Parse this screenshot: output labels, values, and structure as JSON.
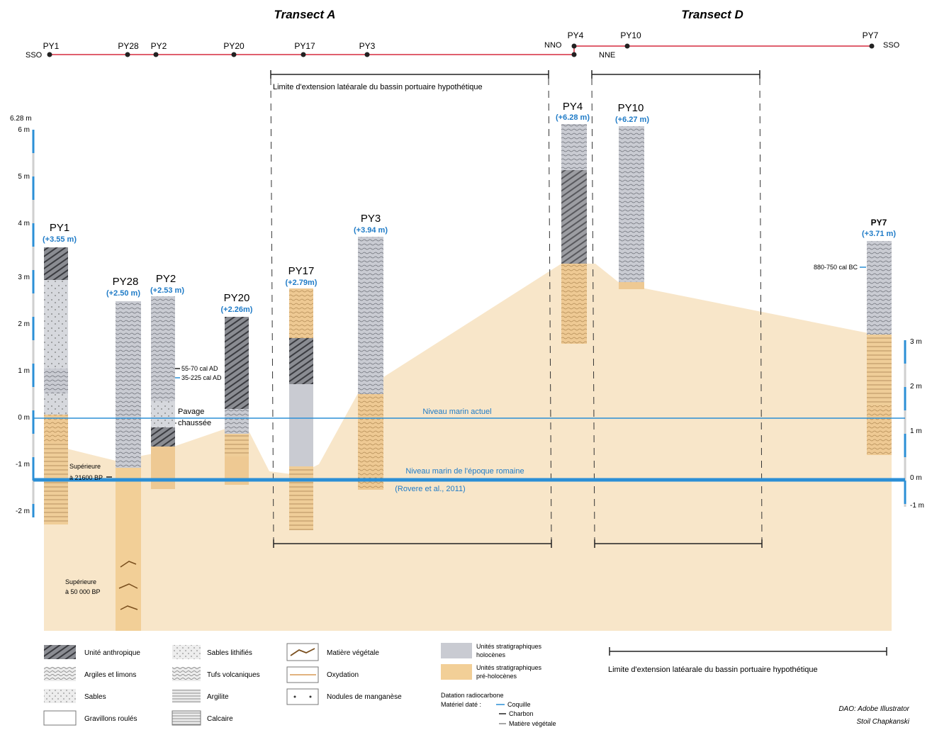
{
  "titles": {
    "a": "Transect A",
    "d": "Transect D"
  },
  "colors": {
    "holocene": "#c9cbd2",
    "preholocene": "#f2cf97",
    "fill": "#f8e6c9",
    "transect_line": "#e0606e",
    "sea_blue": "#2b8fd6",
    "label_blue": "#1f7bc7",
    "dark": "#222222"
  },
  "transect_a": {
    "start": "SSO",
    "end": "NNO",
    "points": [
      "PY1",
      "PY28",
      "PY2",
      "PY20",
      "PY17",
      "PY3"
    ]
  },
  "transect_d": {
    "start": "NNE",
    "end": "SSO",
    "points": [
      "PY4",
      "PY10",
      "PY7"
    ]
  },
  "basin": {
    "label_a": "Limite d'extension latéarale du bassin portuaire hypothétique",
    "label_legend": "Limite d'extension latéarale du bassin portuaire hypothétique"
  },
  "scale_left": {
    "top_label": "6.28 m",
    "ticks": [
      "6 m",
      "5 m",
      "4 m",
      "3 m",
      "2 m",
      "1 m",
      "0 m",
      "-1 m",
      "-2 m"
    ]
  },
  "scale_right": {
    "ticks": [
      "3 m",
      "2 m",
      "1 m",
      "0 m",
      "-1 m"
    ]
  },
  "sea_levels": {
    "actual": "Niveau marin actuel",
    "roman": "Niveau marin de l'époque romaine",
    "roman_ref": "(Rovere et al., 2011)"
  },
  "cores": [
    {
      "id": "PY1",
      "label": "PY1",
      "elev": "(+3.55 m)"
    },
    {
      "id": "PY28",
      "label": "PY28",
      "elev": "(+2.50 m)"
    },
    {
      "id": "PY2",
      "label": "PY2",
      "elev": "(+2.53 m)"
    },
    {
      "id": "PY20",
      "label": "PY20",
      "elev": "(+2.26m)"
    },
    {
      "id": "PY17",
      "label": "PY17",
      "elev": "(+2.79m)"
    },
    {
      "id": "PY3",
      "label": "PY3",
      "elev": "(+3.94 m)"
    },
    {
      "id": "PY4",
      "label": "PY4",
      "elev": "(+6.28 m)"
    },
    {
      "id": "PY10",
      "label": "PY10",
      "elev": "(+6.27 m)"
    },
    {
      "id": "PY7",
      "label": "PY7",
      "elev": "(+3.71 m)"
    }
  ],
  "annotations": {
    "py2_date1": "55-70  cal AD",
    "py2_date2": "35-225 cal AD",
    "pavage_1": "Pavage",
    "pavage_2": "chaussée",
    "py1_age1_1": "Supérieure",
    "py1_age1_2": "à 21600 BP",
    "py28_age_1": "Supérieure",
    "py28_age_2": "à 50 000 BP",
    "py7_date": "880-750 cal BC"
  },
  "legend": {
    "lithology": [
      "Unité anthropique",
      "Argiles et limons",
      "Sables",
      "Gravillons roulés",
      "Sables lithifiés",
      "Tufs volcaniques",
      "Argilite",
      "Calcaire",
      "Matière végétale",
      "Oxydation",
      "Nodules de manganèse"
    ],
    "units_holocene_1": "Unités stratigraphiques",
    "units_holocene_2": "holocènes",
    "units_pre_1": "Unités stratigraphiques",
    "units_pre_2": "pré-holocènes",
    "dating_title": "Datation radiocarbone",
    "dating_material": "Matériel daté :",
    "dating_items": [
      "Coquille",
      "Charbon",
      "Matière végétale"
    ]
  },
  "credits": {
    "line1": "DAO: Adobe Illustrator",
    "line2": "Stoil Chapkanski"
  }
}
